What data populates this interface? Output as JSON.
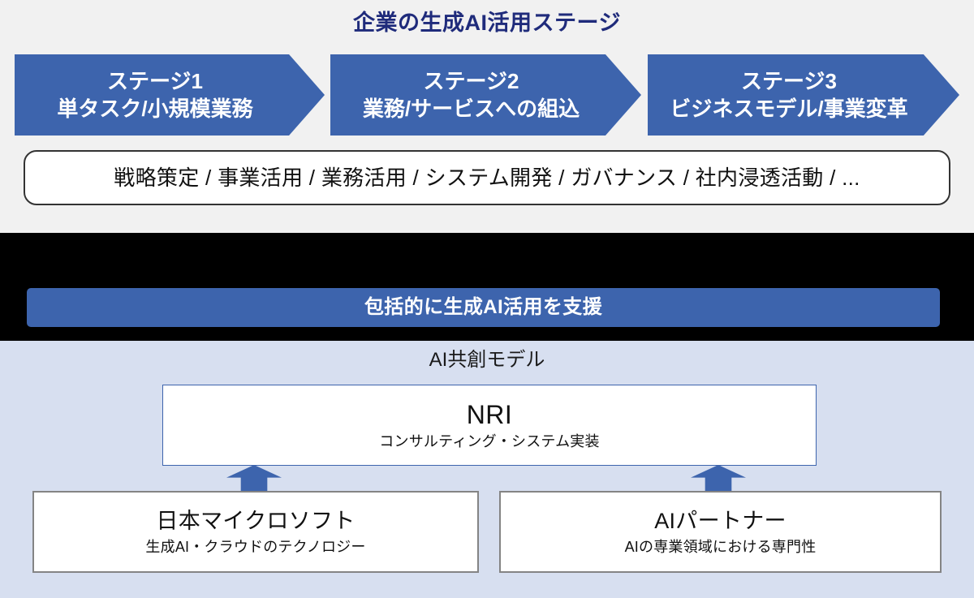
{
  "top": {
    "title": "企業の生成AI活用ステージ",
    "stages": [
      {
        "line1": "ステージ1",
        "line2": "単タスク/小規模業務"
      },
      {
        "line1": "ステージ2",
        "line2": "業務/サービスへの組込"
      },
      {
        "line1": "ステージ3",
        "line2": "ビジネスモデル/事業変革"
      }
    ],
    "capabilities": "戦略策定 / 事業活用 / 業務活用 / システム開発 / ガバナンス / 社内浸透活動 / ..."
  },
  "band": {
    "support_label": "包括的に生成AI活用を支援"
  },
  "bottom": {
    "model_label": "AI共創モデル",
    "center": {
      "title": "NRI",
      "subtitle": "コンサルティング・システム実装"
    },
    "partners": [
      {
        "title": "日本マイクロソフト",
        "subtitle": "生成AI・クラウドのテクノロジー"
      },
      {
        "title": "AIパートナー",
        "subtitle": "AIの専業領域における専門性"
      }
    ]
  },
  "colors": {
    "accent_blue": "#3d64ad",
    "title_navy": "#1f2b7b",
    "top_background": "#f1f1f1",
    "band_background": "#000000",
    "bottom_background": "#d7dff0",
    "box_border_gray": "#848484",
    "pill_border": "#333333"
  }
}
